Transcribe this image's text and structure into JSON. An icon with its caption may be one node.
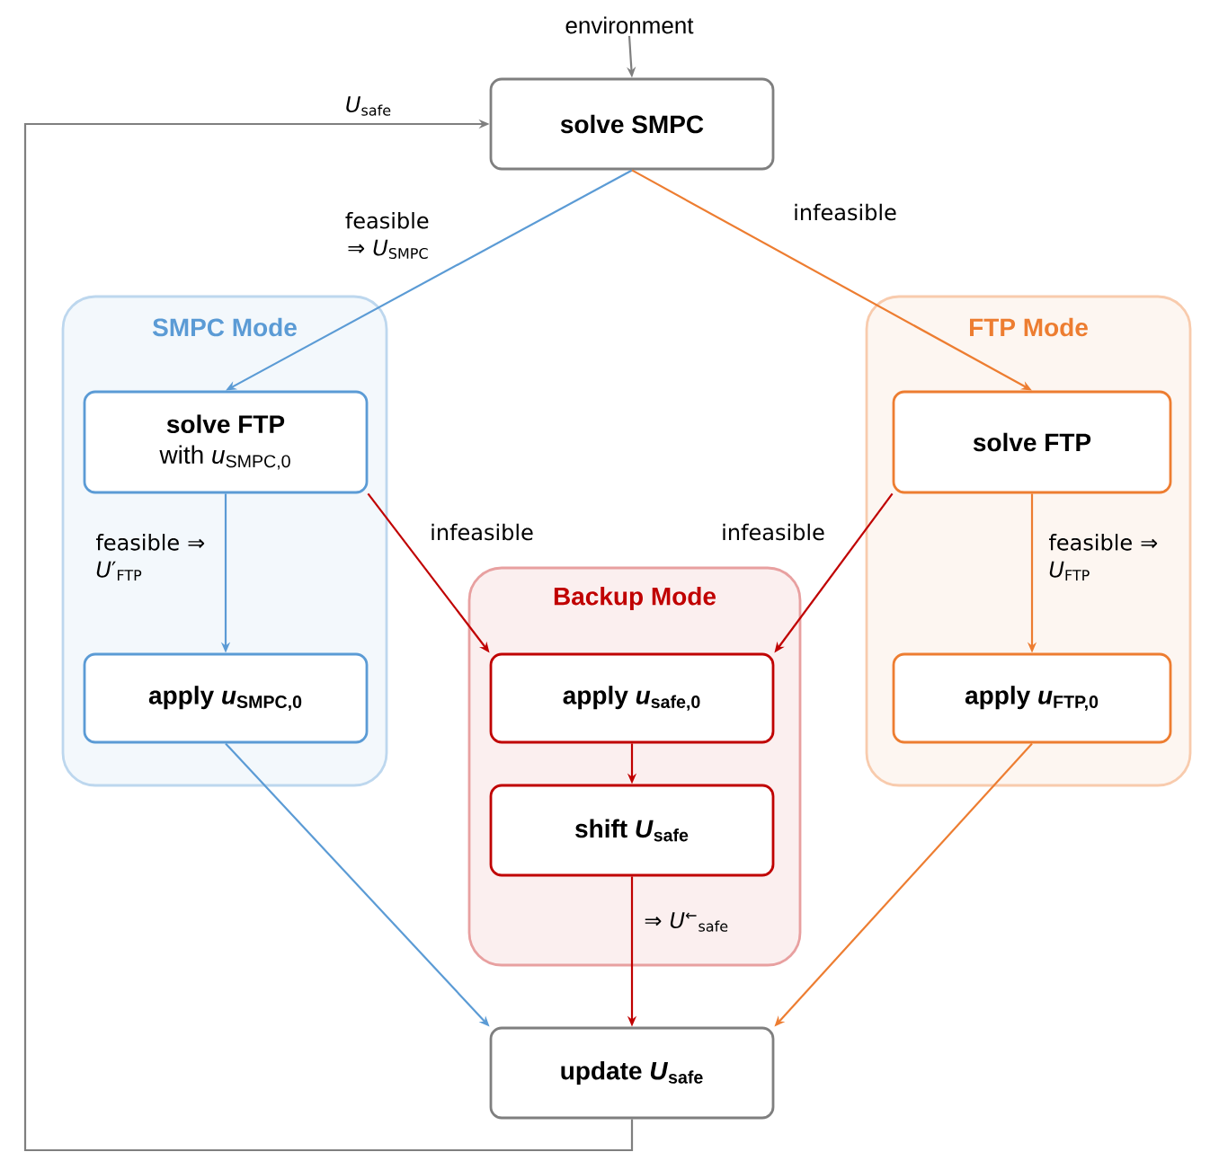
{
  "diagram": {
    "nodes": [
      {
        "text": [
          "environment"
        ]
      },
      {
        "text": [
          "solve SMPC"
        ]
      },
      {
        "text": [
          "SMPC Mode"
        ]
      },
      {
        "text": [
          "solve FTP",
          "with *u*$_{SMPC,0}$"
        ],
        "in": 2
      },
      {
        "text": [
          "apply *u*$_{SMPC,0}$"
        ],
        "in": 2
      },
      {
        "text": [
          "FTP Mode"
        ]
      },
      {
        "text": [
          "solve FTP"
        ],
        "in": 5
      },
      {
        "text": [
          "apply *u*$_{FTP,0}$"
        ],
        "in": 5
      },
      {
        "text": [
          "Backup Mode"
        ]
      },
      {
        "text": [
          "apply *u*$_{safe,0}$"
        ],
        "in": 8
      },
      {
        "text": [
          "shift *U*$_{safe}$"
        ],
        "in": 8
      },
      {
        "text": [
          "update *U*$_{safe}$"
        ]
      }
    ],
    "edges": [
      {
        "from": 0,
        "to": 1,
        "arrow": "to",
        "color": "#7f7f7f"
      },
      {
        "from": 1,
        "to": 3,
        "arrow": "to",
        "label": "feasible ⇒ *U*$_{SMPC}$",
        "color": "#5b9bd5"
      },
      {
        "from": 1,
        "to": 6,
        "arrow": "to",
        "label": "infeasible",
        "color": "#ed7d31"
      },
      {
        "from": 3,
        "to": 4,
        "arrow": "to",
        "label": "feasible ⇒ *U*′$_{FTP}$",
        "color": "#5b9bd5"
      },
      {
        "from": 3,
        "to": 9,
        "arrow": "to",
        "label": "infeasible",
        "color": "#c00000"
      },
      {
        "from": 6,
        "to": 9,
        "arrow": "to",
        "label": "infeasible",
        "color": "#c00000"
      },
      {
        "from": 6,
        "to": 7,
        "arrow": "to",
        "label": "feasible ⇒ *U*$_{FTP}$",
        "color": "#ed7d31"
      },
      {
        "from": 9,
        "to": 10,
        "arrow": "to",
        "color": "#c00000"
      },
      {
        "from": 10,
        "to": 11,
        "arrow": "to",
        "label": "⇒ *U*$^{←}$$_{safe}$",
        "color": "#c00000"
      },
      {
        "from": 4,
        "to": 11,
        "arrow": "to",
        "color": "#5b9bd5"
      },
      {
        "from": 7,
        "to": 11,
        "arrow": "to",
        "color": "#ed7d31"
      },
      {
        "from": 11,
        "to": 1,
        "arrow": "to",
        "label": "*U*$_{safe}$",
        "color": "#7f7f7f"
      }
    ]
  }
}
